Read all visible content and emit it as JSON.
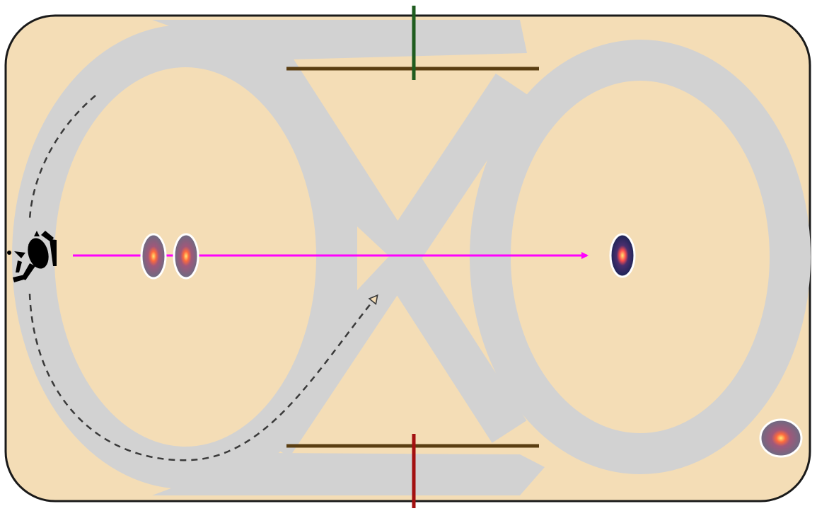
{
  "colors": {
    "arena_fill": "#f4ddb6",
    "arena_border": "#1a1a1a",
    "track": "#d2d2d2",
    "vertical_arrow": "#ff00ff",
    "path_dash": "#3a3a3a",
    "barrier": "#5a3e12",
    "top_gate": "#1f5c1f",
    "bottom_gate": "#a31010",
    "place_field": "#6b6b82",
    "place_field_highlight": "#1b2456",
    "field_core": "#ff4e4e",
    "field_center": "#ffe873",
    "rat": "#000000"
  },
  "icons": {
    "animal": "rat-icon",
    "field": "place-field-icon"
  },
  "elements": {
    "arena": "figure-eight-arena",
    "left_loop": "left-track-loop",
    "right_loop": "right-track-loop",
    "crossing": "central-crossing",
    "trajectory": "dashed-running-path",
    "arrow": "magenta-direction-arrow",
    "top_barrier": "top-barrier",
    "bottom_barrier": "bottom-barrier",
    "top_gate": "green-gate-marker",
    "bottom_gate": "red-gate-marker"
  },
  "place_fields": [
    {
      "id": "left-field-1",
      "highlighted": false
    },
    {
      "id": "left-field-2",
      "highlighted": false
    },
    {
      "id": "right-field",
      "highlighted": true
    },
    {
      "id": "corner-field",
      "highlighted": false
    }
  ]
}
